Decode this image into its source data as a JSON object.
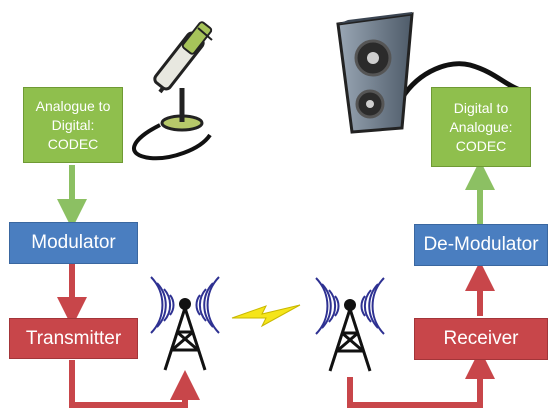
{
  "boxes": {
    "adc": "Analogue to\nDigital:\nCODEC",
    "dac": "Digital to\nAnalogue:\nCODEC",
    "modulator": "Modulator",
    "demodulator": "De-Modulator",
    "transmitter": "Transmitter",
    "receiver": "Receiver"
  },
  "icons": [
    "microphone-icon",
    "speaker-icon",
    "transmitter-antenna-icon",
    "receiver-antenna-icon",
    "lightning-bolt-icon"
  ],
  "colors": {
    "green": "#8fbf4d",
    "blue": "#4a7ec0",
    "red": "#c8464a",
    "green_arrow": "#8cc063",
    "red_arrow": "#c8464a",
    "antenna_waves": "#2e3192",
    "bolt": "#f5e51a"
  }
}
